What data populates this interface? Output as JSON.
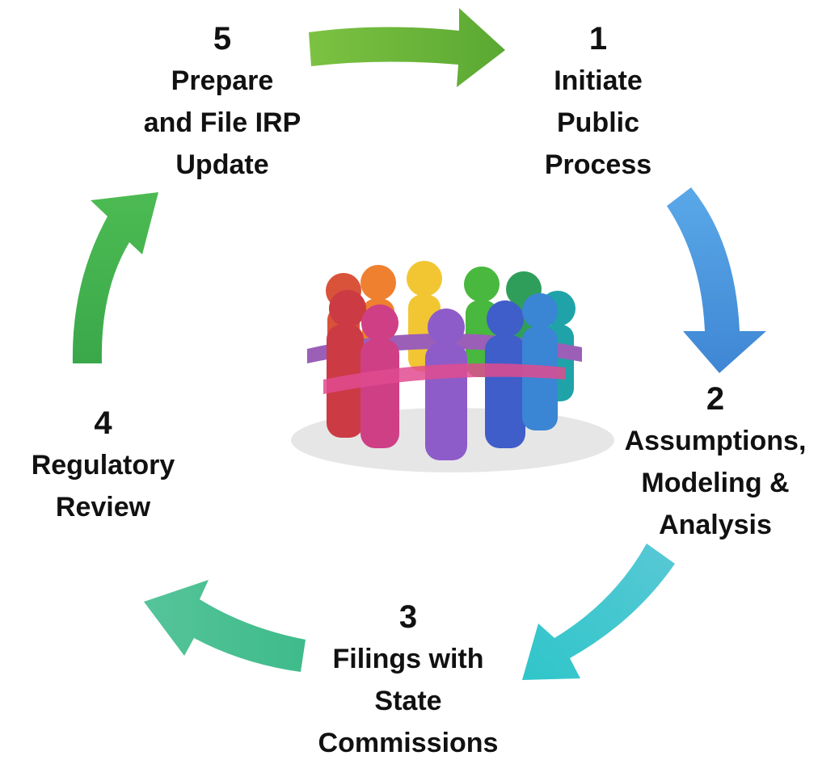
{
  "steps": [
    {
      "number": "1",
      "lines": [
        "Initiate",
        "Public",
        "Process"
      ],
      "color": "#5aa832"
    },
    {
      "number": "2",
      "lines": [
        "Assumptions,",
        "Modeling &",
        "Analysis"
      ],
      "color": "#4a90d9"
    },
    {
      "number": "3",
      "lines": [
        "Filings with",
        "State",
        "Commissions"
      ],
      "color": "#3cc7cc"
    },
    {
      "number": "4",
      "lines": [
        "Regulatory",
        "Review"
      ],
      "color": "#44bb88"
    },
    {
      "number": "5",
      "lines": [
        "Prepare",
        "and File IRP",
        "Update"
      ],
      "color": "#3bb045"
    }
  ],
  "center_image": {
    "icon": "team-huddle-figures-icon"
  }
}
